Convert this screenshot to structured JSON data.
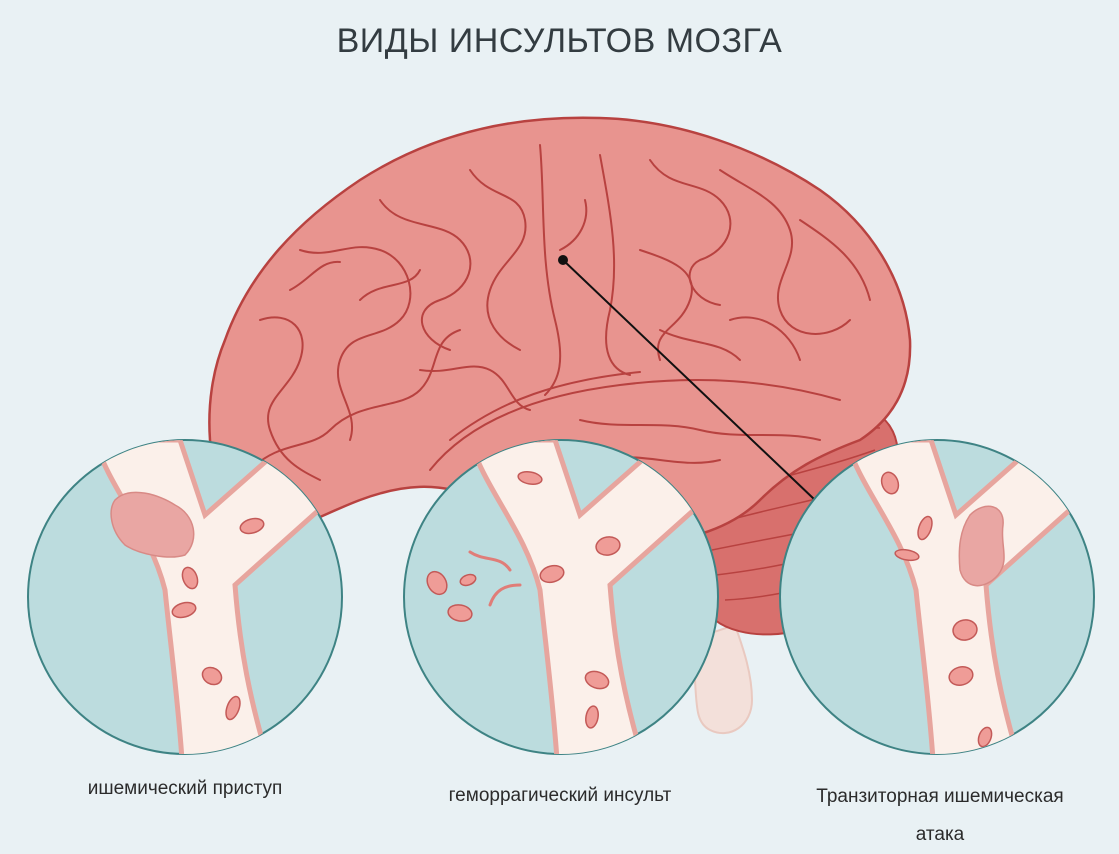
{
  "title": "ВИДЫ ИНСУЛЬТОВ МОЗГА",
  "panels": [
    {
      "caption": "ишемический приступ"
    },
    {
      "caption": "геморрагический инсульт"
    },
    {
      "caption": "Транзиторная ишемическая атака"
    }
  ],
  "colors": {
    "background": "#e9f1f4",
    "brain_fill": "#e8948f",
    "brain_line": "#b84240",
    "cerebellum_fill": "#d8706d",
    "stem_fill": "#f3e0da",
    "circle_fill": "#bcdcde",
    "circle_stroke": "#3e8384",
    "vessel_fill": "#fbf0ea",
    "vessel_wall": "#e7a59e",
    "cell_fill": "#ef9c97",
    "cell_stroke": "#c35a58",
    "clot_fill": "#e9a6a3"
  }
}
